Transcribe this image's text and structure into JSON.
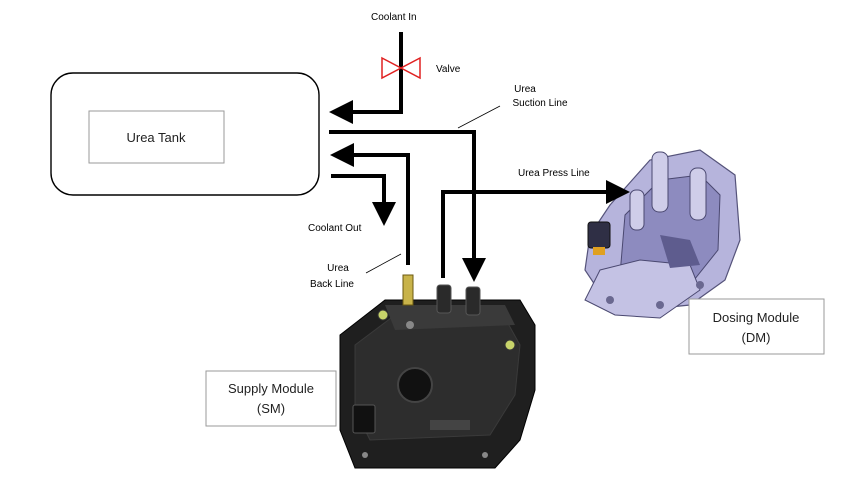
{
  "labels": {
    "coolant_in": "Coolant In",
    "valve": "Valve",
    "urea_suction_line_1": "Urea",
    "urea_suction_line_2": "Suction Line",
    "urea_press_line": "Urea Press Line",
    "coolant_out": "Coolant Out",
    "urea_back_line_1": "Urea",
    "urea_back_line_2": "Back Line"
  },
  "boxes": {
    "urea_tank": "Urea Tank",
    "dosing_module_1": "Dosing Module",
    "dosing_module_2": "(DM)",
    "supply_module_1": "Supply Module",
    "supply_module_2": "(SM)"
  },
  "colors": {
    "valve": "#e02020",
    "line": "#000000",
    "sm_body": "#1f1f1f",
    "dm_body": "#9a98c8"
  }
}
